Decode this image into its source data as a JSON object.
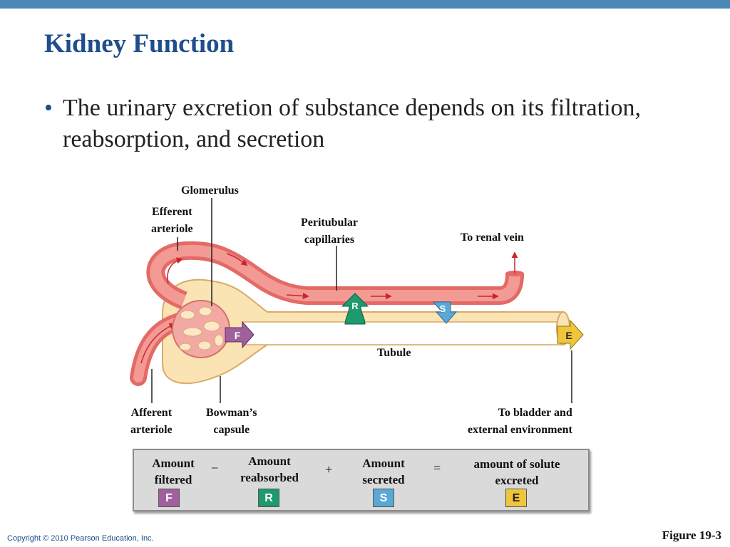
{
  "slide": {
    "title": "Kidney Function",
    "bullet": "The urinary excretion of substance depends on its filtration, reabsorption, and secretion"
  },
  "diagram": {
    "labels": {
      "glomerulus": "Glomerulus",
      "efferent_1": "Efferent",
      "efferent_2": "arteriole",
      "peritubular_1": "Peritubular",
      "peritubular_2": "capillaries",
      "renal_vein": "To renal vein",
      "tubule": "Tubule",
      "afferent_1": "Afferent",
      "afferent_2": "arteriole",
      "bowman_1": "Bowman’s",
      "bowman_2": "capsule",
      "bladder_1": "To bladder and",
      "bladder_2": "external environment"
    },
    "process_letters": {
      "filtration": "F",
      "reabsorption": "R",
      "secretion": "S",
      "excretion": "E"
    },
    "colors": {
      "filtration": "#a0609e",
      "reabsorption": "#1f9a6c",
      "secretion": "#5aa8d6",
      "excretion": "#f0c53c",
      "vessel": "#ef8a86",
      "tubule": "#fbe4b4"
    }
  },
  "equation": {
    "term1_1": "Amount",
    "term1_2": "filtered",
    "op1": "−",
    "term2_1": "Amount",
    "term2_2": "reabsorbed",
    "op2": "+",
    "term3_1": "Amount",
    "term3_2": "secreted",
    "op3": "=",
    "term4_1": "amount of solute",
    "term4_2": "excreted",
    "badges": [
      "F",
      "R",
      "S",
      "E"
    ]
  },
  "footer": {
    "copyright": "Copyright © 2010 Pearson Education, Inc.",
    "figure": "Figure 19-3"
  }
}
